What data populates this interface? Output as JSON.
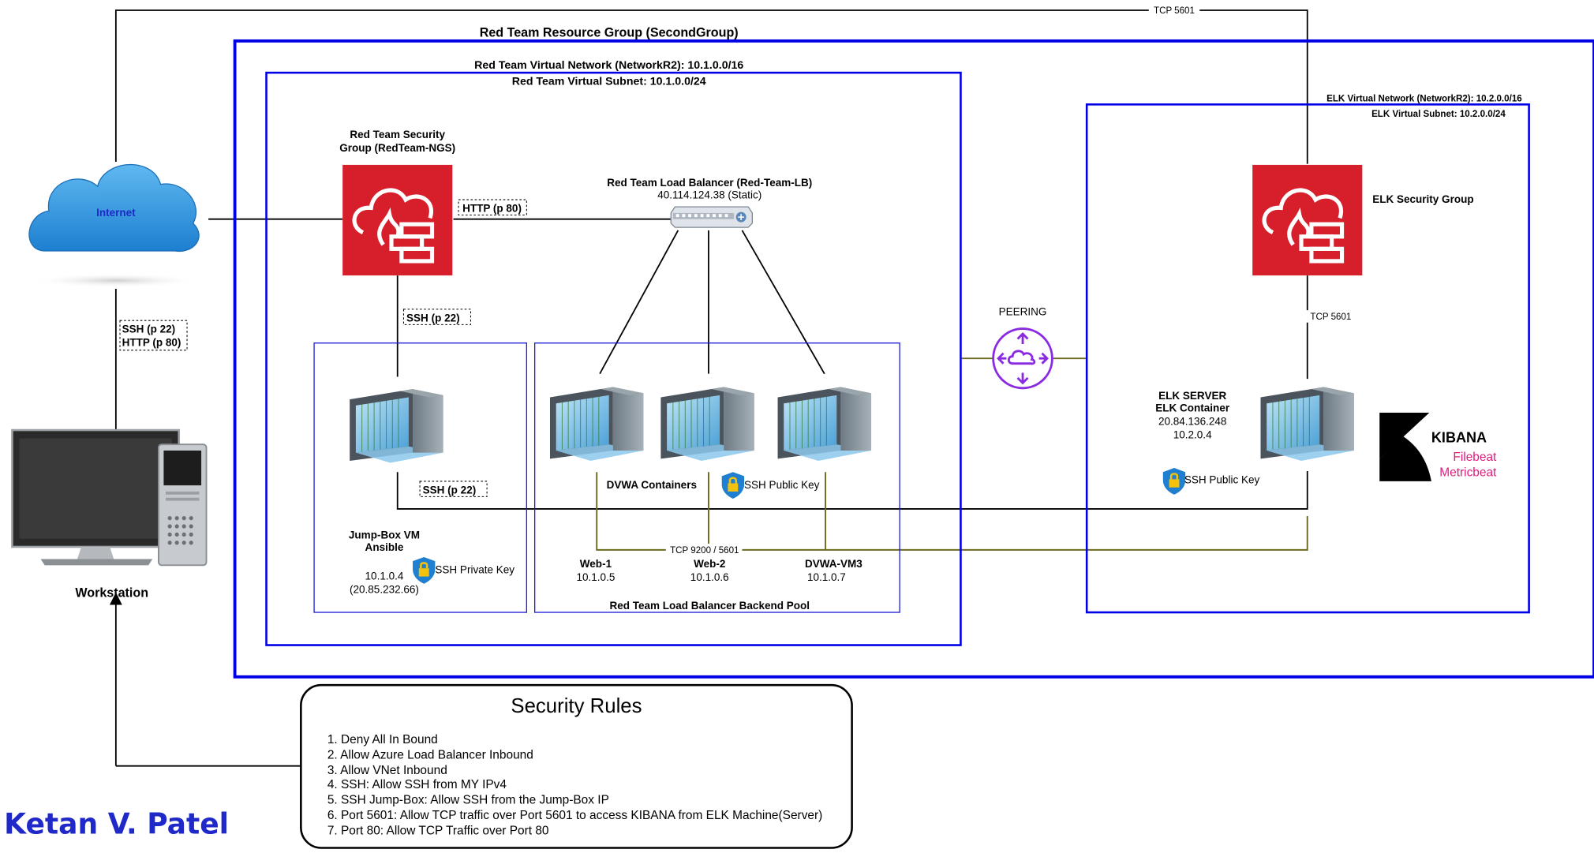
{
  "resource_group": {
    "title": "Red Team Resource Group (SecondGroup)"
  },
  "red_vnet": {
    "title": "Red Team Virtual Network (NetworkR2): 10.1.0.0/16",
    "subnet": "Red Team Virtual Subnet: 10.1.0.0/24"
  },
  "elk_vnet": {
    "title": "ELK Virtual Network (NetworkR2): 10.2.0.0/16",
    "subnet": "ELK Virtual Subnet: 10.2.0.0/24"
  },
  "internet": {
    "label": "Internet"
  },
  "red_nsg": {
    "line1": "Red Team Security",
    "line2": "Group (RedTeam-NGS)"
  },
  "load_balancer": {
    "name": "Red Team Load Balancer (Red-Team-LB)",
    "ip": "40.114.124.38 (Static)"
  },
  "elk_nsg": {
    "label": "ELK Security Group"
  },
  "ports": {
    "http_nsg": "HTTP (p 80)",
    "ssh_nsg": "SSH (p 22)",
    "ssh_jump": "SSH (p 22)",
    "ws_ssh": "SSH (p 22)",
    "ws_http": "HTTP (p 80)",
    "tcp_top": "TCP 5601",
    "tcp_elk": "TCP 5601",
    "tcp_bottom": "TCP 9200 / 5601"
  },
  "peering": {
    "label": "PEERING"
  },
  "jumpbox": {
    "name": "Jump-Box VM",
    "role": "Ansible",
    "ip": "10.1.0.4",
    "public_ip": "(20.85.232.66)",
    "key": "SSH Private Key"
  },
  "dvwa": {
    "label": "DVWA Containers",
    "key": "SSH Public Key"
  },
  "web_vms": [
    {
      "name": "Web-1",
      "ip": "10.1.0.5"
    },
    {
      "name": "Web-2",
      "ip": "10.1.0.6"
    },
    {
      "name": "DVWA-VM3",
      "ip": "10.1.0.7"
    }
  ],
  "backend_pool": {
    "label": "Red Team Load Balancer Backend Pool"
  },
  "elk_server": {
    "line1": "ELK SERVER",
    "line2": "ELK Container",
    "public_ip": "20.84.136.248",
    "ip": "10.2.0.4",
    "key": "SSH Public Key"
  },
  "kibana": {
    "logo": "KIBANA",
    "beat1": "Filebeat",
    "beat2": "Metricbeat"
  },
  "workstation": {
    "label": "Workstation"
  },
  "security_rules": {
    "title": "Security Rules",
    "items": [
      "1. Deny All In Bound",
      "2. Allow Azure Load Balancer Inbound",
      "3. Allow VNet Inbound",
      "4. SSH: Allow SSH from MY IPv4",
      "5. SSH Jump-Box: Allow SSH from the Jump-Box IP",
      "6. Port 5601: Allow TCP traffic over Port 5601 to access KIBANA from ELK Machine(Server)",
      "7. Port 80: Allow TCP Traffic over Port 80"
    ]
  },
  "author": "Ketan V. Patel",
  "colors": {
    "group_border": "#0000e6",
    "thin_border": "#1a1ad6",
    "nsg_red": "#d71f2c",
    "peering_line": "#6b6a1d",
    "peering_purple": "#8a2be2",
    "kibana_pink": "#e0197d"
  }
}
